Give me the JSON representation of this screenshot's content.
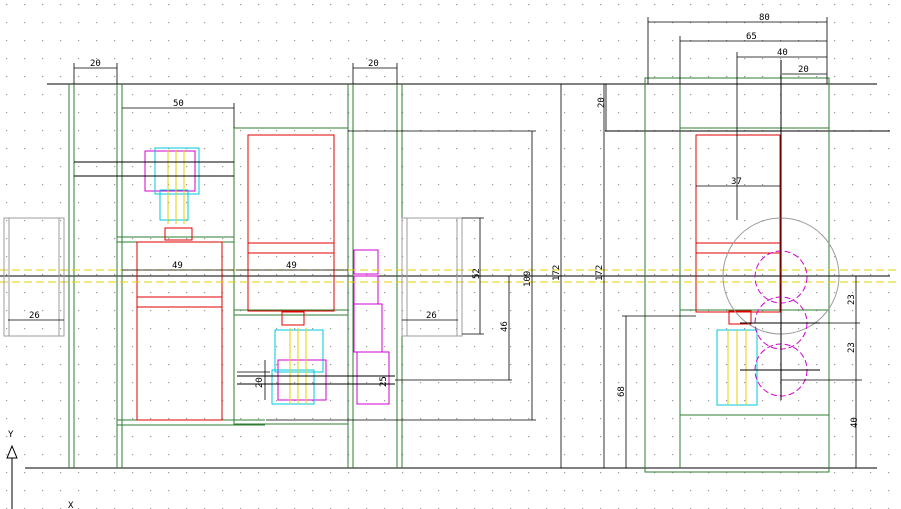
{
  "colors": {
    "background": "#ffffff",
    "grid_dot": "#9a9a9a",
    "frame": "#2e7d32",
    "part": "#e00000",
    "cyan": "#00c8e0",
    "magenta": "#d000d0",
    "yellow": "#e6d200",
    "gray": "#9c9c9c",
    "dimension": "#000000"
  },
  "dimensions": {
    "d20_a": "20",
    "d50": "50",
    "d20_b": "20",
    "d49_a": "49",
    "d49_b": "49",
    "d26_a": "26",
    "d26_b": "26",
    "d52": "52",
    "d46": "46",
    "d109": "109",
    "d172_a": "172",
    "d172_b": "172",
    "d20_c": "20",
    "d80": "80",
    "d65": "65",
    "d40_a": "40",
    "d20_d": "20",
    "d37": "37",
    "d23_a": "23",
    "d23_b": "23",
    "d40_b": "40",
    "d68": "68",
    "d25": "25",
    "d20_e": "20"
  },
  "ucs": {
    "y_axis": "Y",
    "x_axis": "X"
  }
}
